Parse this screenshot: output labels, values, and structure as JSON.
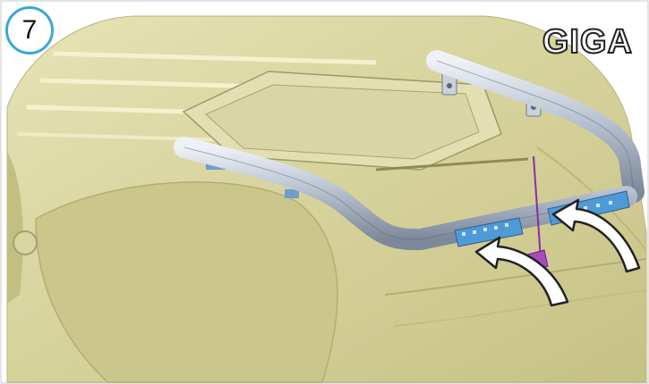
{
  "step": {
    "number": "7"
  },
  "brand": {
    "name": "GIGA"
  },
  "colors": {
    "badge_border": "#3aa7d6",
    "van_body": "#d8d49e",
    "tube": "#b4bfcd",
    "clamp": "#4f9ad6",
    "arrow_fill": "#ffffff",
    "antenna": "#8b2fa0"
  },
  "icons": {
    "badge": "circle-outline",
    "arrows": "curved-arrow"
  }
}
